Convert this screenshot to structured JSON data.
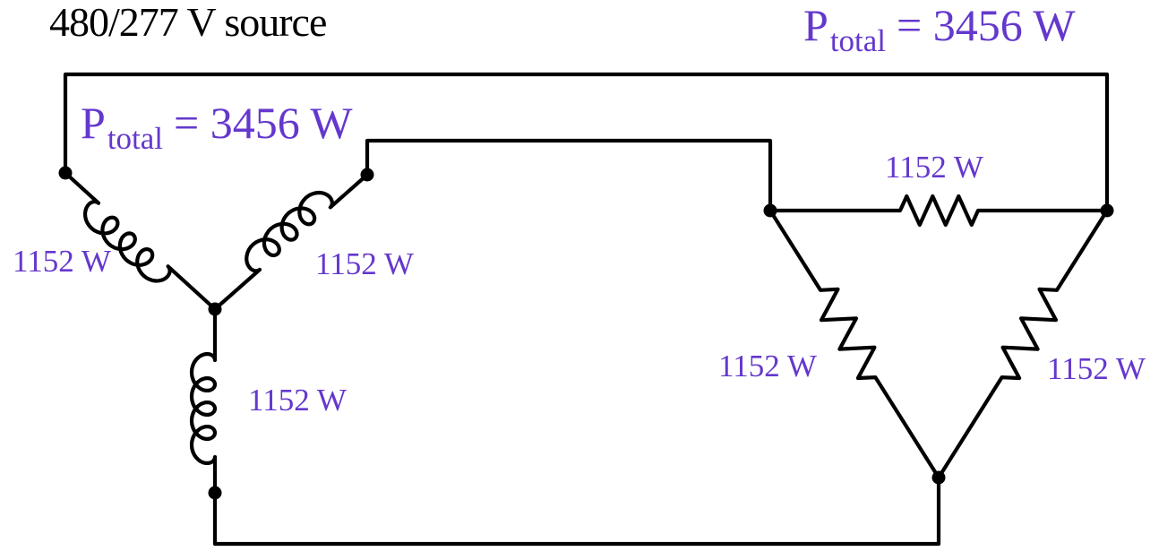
{
  "title": "480/277 V source",
  "colors": {
    "wire": "#000000",
    "annotation": "#6438cd",
    "background": "#ffffff"
  },
  "power_totals": {
    "wye": {
      "symbol": "P",
      "subscript": "total",
      "value": "= 3456 W"
    },
    "delta": {
      "symbol": "P",
      "subscript": "total",
      "value": "= 3456 W"
    }
  },
  "loads": {
    "wye": {
      "element_type": "inductor",
      "phase_left_label": "1152 W",
      "phase_right_label": "1152 W",
      "phase_bottom_label": "1152 W"
    },
    "delta": {
      "element_type": "resistor",
      "top_label": "1152 W",
      "left_label": "1152 W",
      "right_label": "1152 W"
    }
  }
}
